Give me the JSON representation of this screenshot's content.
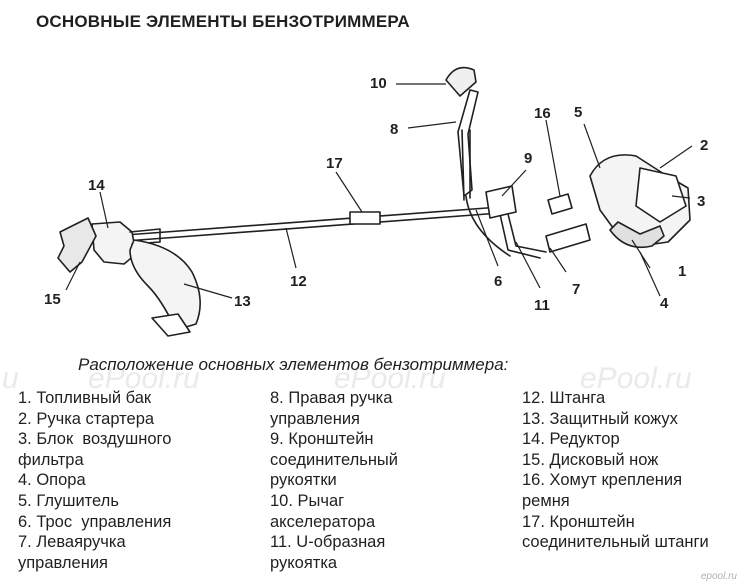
{
  "title": "ОСНОВНЫЕ ЭЛЕМЕНТЫ БЕНЗОТРИММЕРА",
  "caption": "Расположение основных элементов бензотриммера:",
  "callouts": [
    "1",
    "2",
    "3",
    "4",
    "5",
    "6",
    "7",
    "8",
    "9",
    "10",
    "11",
    "12",
    "13",
    "14",
    "15",
    "16",
    "17"
  ],
  "legend": {
    "col1": [
      "1. Топливный бак",
      "2. Ручка стартера",
      "3. Блок  воздушного",
      "фильтра",
      "4. Опора",
      "5. Глушитель",
      "6. Трос  управления",
      "7. Леваяручка",
      "управления"
    ],
    "col2": [
      "8. Правая ручка",
      "управления",
      "9. Кронштейн",
      "соединительный",
      "рукоятки",
      "10. Рычаг",
      "акселератора",
      "11. U-образная",
      "рукоятка"
    ],
    "col3": [
      "12. Штанга",
      "13. Защитный кожух",
      "14. Редуктор",
      "15. Дисковый нож",
      "16. Хомут крепления",
      "ремня",
      "17. Кронштейн",
      "соединительный штанги"
    ]
  },
  "watermarks": [
    "u",
    "ePool.ru",
    "ePool.ru",
    "ePool.ru"
  ],
  "watermark_corner": "epool.ru"
}
